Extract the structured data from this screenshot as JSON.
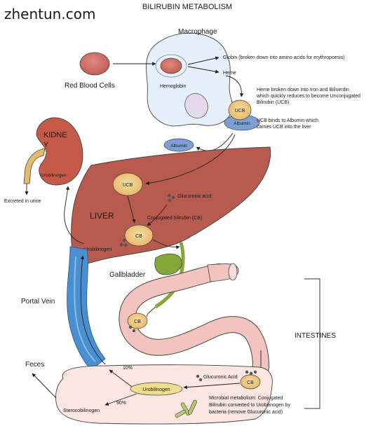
{
  "watermark": "zhentun.com",
  "title": "BILIRUBIN METABOLISM",
  "labels": {
    "macrophage": "Macrophage",
    "red_blood_cells": "Red Blood Cells",
    "hemoglobin": "Hemoglobin",
    "globin": "Globin (broken down into amino acids for erythropoesis)",
    "heme": "Heme",
    "heme_note_1": "Heme broken down into Iron and Biliverdin",
    "heme_note_2": "which quickly reduces to become Unconjugated",
    "heme_note_3": "Bilirubin (UCB)",
    "ucb": "UCB",
    "albumin": "Albumin",
    "albumin_note_1": "UCB binds to Albumin which",
    "albumin_note_2": "carries UCB into the liver",
    "albumin_free": "Albumin",
    "kidney_1": "KIDNE",
    "kidney_2": "Y",
    "kidney_urobilinogen": "Urobilinogen",
    "excreted": "Excreted in urine",
    "liver_ucb": "UCB",
    "glucuronic_acid": "Glucuronic acid",
    "liver": "LIVER",
    "conjugated": "Conjugated bilirubin (CB)",
    "liver_cb": "CB",
    "liver_urobilinogen": "Urobilinogen",
    "gallbladder": "Gallbladder",
    "portal_vein": "Portal Vein",
    "intestine_cb": "CB",
    "intestines": "INTESTINES",
    "feces": "Feces",
    "pct_10": "10%",
    "glucuronic_acid_2": "Glucuronic Acid",
    "colon_cb": "CB",
    "colon_urobilinogen": "Urobilinogen",
    "pct_90": "90%",
    "stercobilinogen": "Sterocobilinogen",
    "microbial_1": "Microbial metabolism: Conjugated",
    "microbial_2": "Bilirubin converted to Urobilinogen by",
    "microbial_3": "bacteria (remove Glucuronic acid)"
  },
  "colors": {
    "liver": "#b85a4e",
    "kidney": "#c65a48",
    "intestine": "#f3c4bd",
    "portal_vein": "#4a8fd0",
    "gallbladder": "#86a63a",
    "macrophage": "#e6f0fa",
    "albumin": "#7d9fd6",
    "bilirubin": "#f2cf8e",
    "rbc": "#d2736a"
  }
}
